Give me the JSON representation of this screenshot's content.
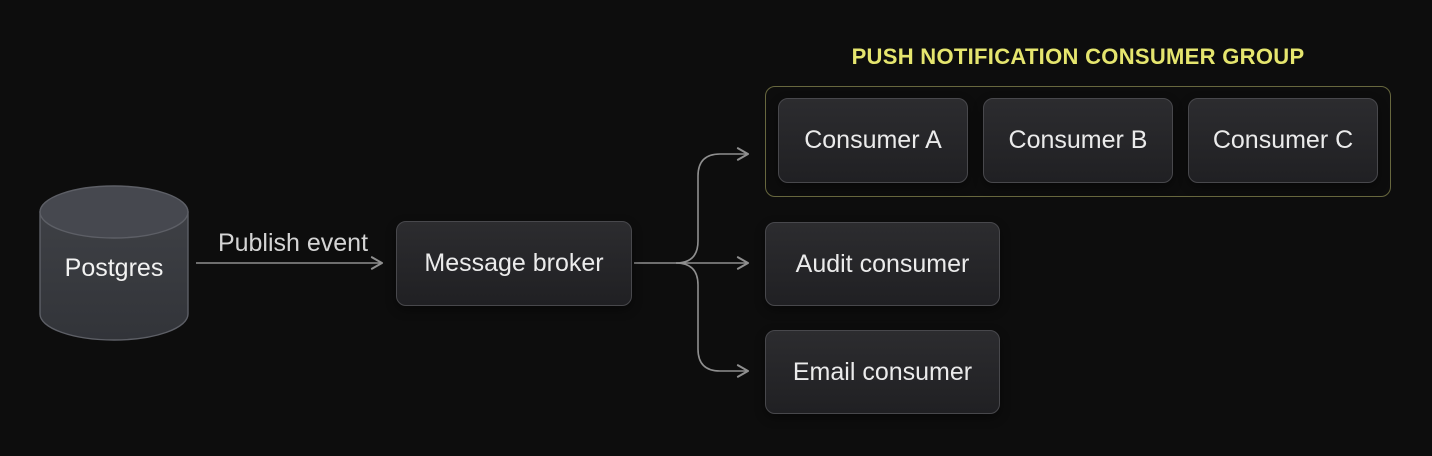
{
  "diagram": {
    "nodes": {
      "postgres": {
        "label": "Postgres"
      },
      "message_broker": {
        "label": "Message broker"
      },
      "consumer_a": {
        "label": "Consumer A"
      },
      "consumer_b": {
        "label": "Consumer B"
      },
      "consumer_c": {
        "label": "Consumer C"
      },
      "audit_consumer": {
        "label": "Audit consumer"
      },
      "email_consumer": {
        "label": "Email consumer"
      }
    },
    "group": {
      "title": "PUSH NOTIFICATION CONSUMER GROUP"
    },
    "edges": {
      "publish_event": {
        "label": "Publish event"
      }
    },
    "colors": {
      "background": "#0d0d0d",
      "node_fill_top": "#2c2c2f",
      "node_fill_bottom": "#202023",
      "node_border": "#48484c",
      "node_text": "#ebebeb",
      "edge_line": "#8f8f8f",
      "edge_label_text": "#d4d4d4",
      "group_border": "#67673e",
      "group_title": "#e5e56e",
      "cylinder_top": "#46484f",
      "cylinder_stroke": "#5d5f66"
    }
  }
}
